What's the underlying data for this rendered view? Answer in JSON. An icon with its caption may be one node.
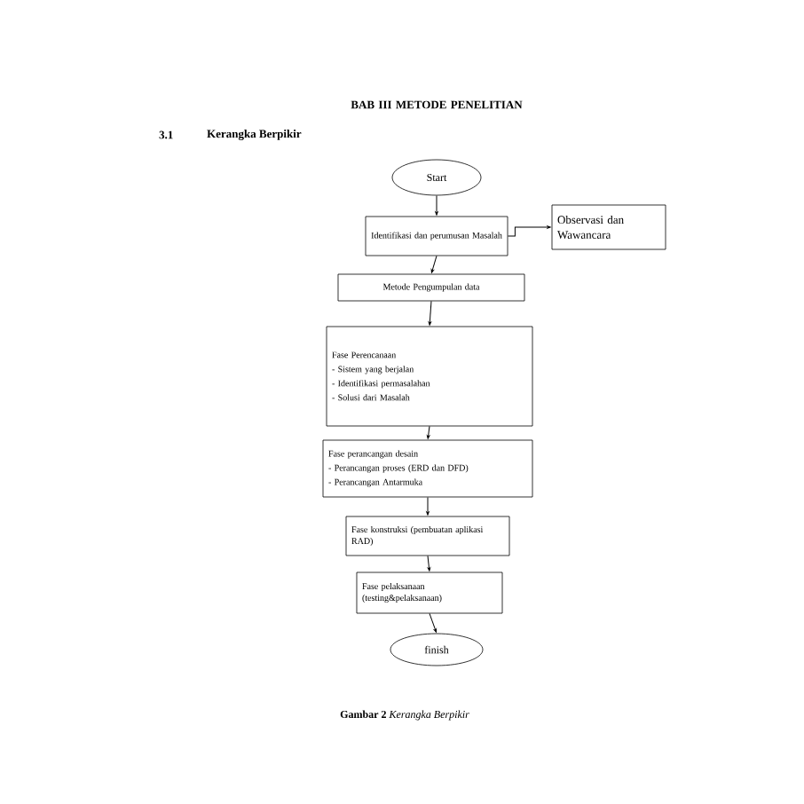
{
  "diagram": {
    "title": "BAB III METODE PENELITIAN",
    "caption": "**Gambar 2** *Kerangka Berpikir*",
    "nodes": [
      {
        "text": [
          "Start"
        ]
      },
      {
        "text": [
          "Identifikasi dan perumusan Masalah"
        ]
      },
      {
        "text": [
          "Observasi dan Wawancara"
        ]
      },
      {
        "text": [
          "Metode Pengumpulan data"
        ]
      },
      {
        "text": [
          "Fase Perencanaan",
          "- Sistem yang berjalan",
          "- Identifikasi permasalahan",
          "- Solusi dari Masalah"
        ]
      },
      {
        "text": [
          "Fase perancangan desain",
          "- Perancangan proses (ERD dan DFD)",
          "- Perancangan Antarmuka"
        ]
      },
      {
        "text": [
          "Fase konstruksi (pembuatan aplikasi RAD)"
        ]
      },
      {
        "text": [
          "Fase pelaksanaan (testing&pelaksanaan)"
        ]
      },
      {
        "text": [
          "finish"
        ]
      }
    ],
    "edges": [
      {
        "from": 0,
        "to": 1,
        "arrow": "to"
      },
      {
        "from": 1,
        "to": 2,
        "arrow": "to"
      },
      {
        "from": 1,
        "to": 3,
        "arrow": "to"
      },
      {
        "from": 3,
        "to": 4,
        "arrow": "to"
      },
      {
        "from": 4,
        "to": 5,
        "arrow": "to"
      },
      {
        "from": 5,
        "to": 6,
        "arrow": "to"
      },
      {
        "from": 6,
        "to": 7,
        "arrow": "to"
      },
      {
        "from": 7,
        "to": 8,
        "arrow": "to"
      }
    ],
    "labels": [
      "3.1",
      "Kerangka Berpikir"
    ]
  }
}
